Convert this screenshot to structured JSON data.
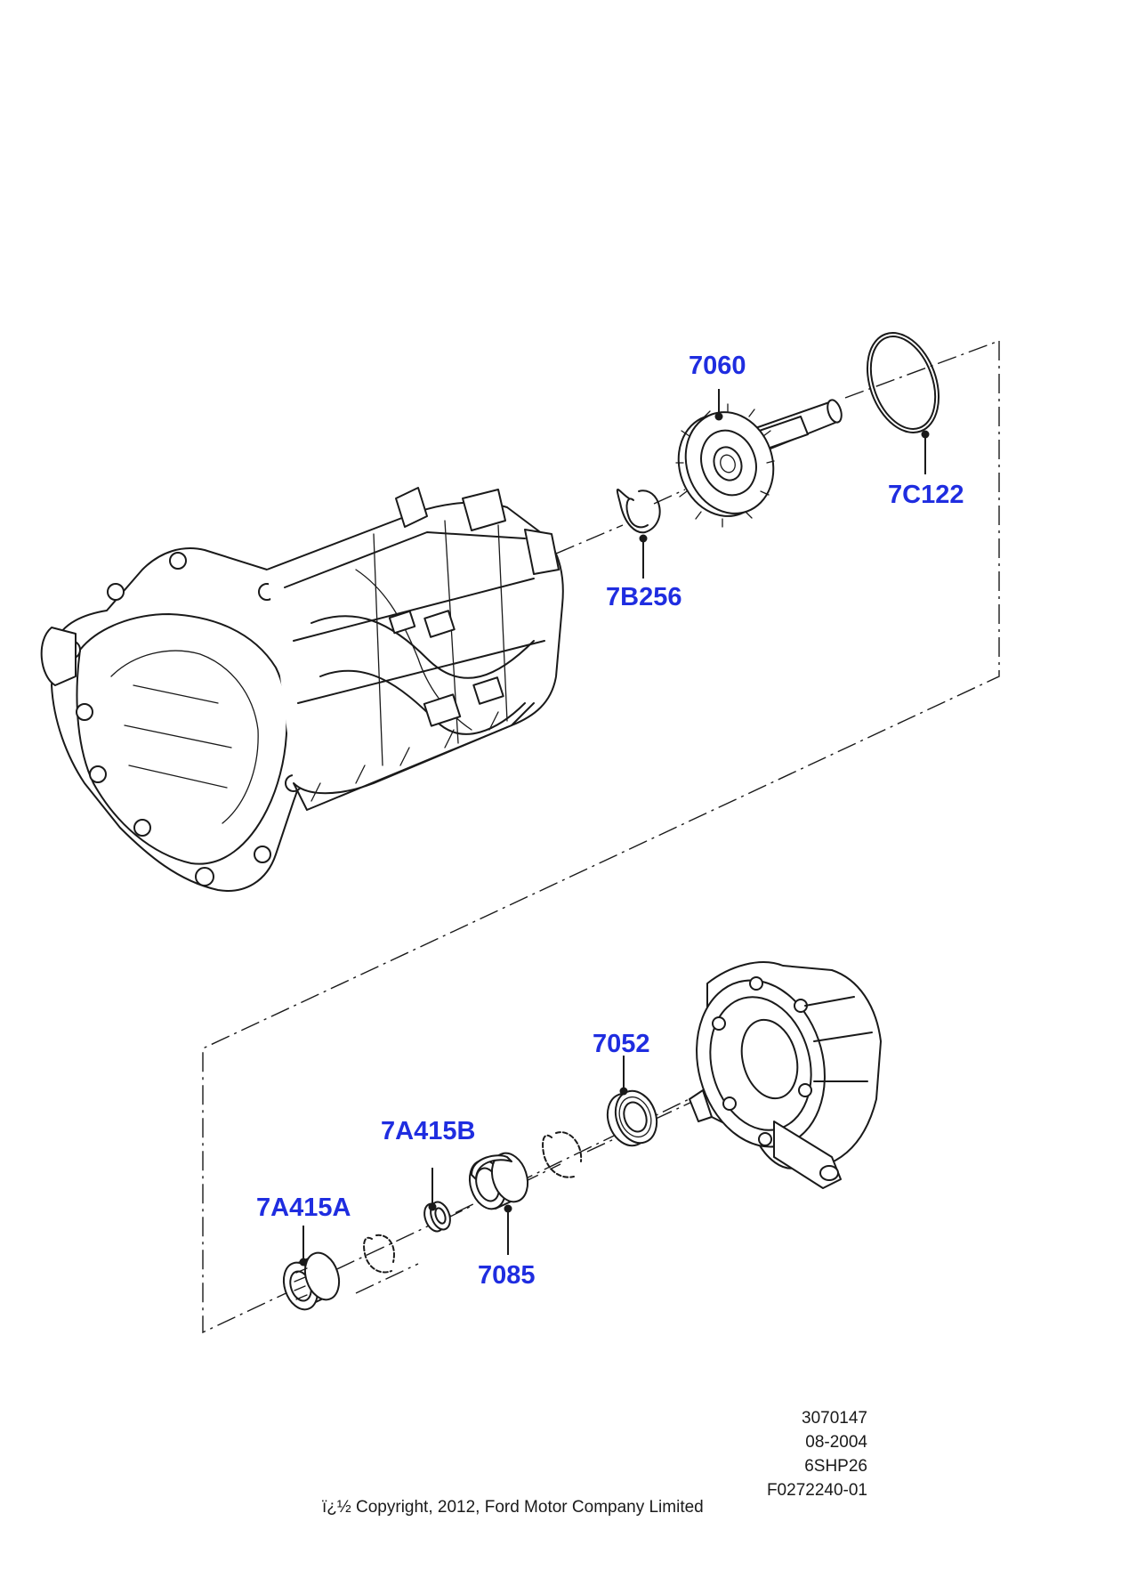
{
  "callouts": {
    "p7060": "7060",
    "p7C122": "7C122",
    "p7B256": "7B256",
    "p7052": "7052",
    "p7A415B": "7A415B",
    "p7A415A": "7A415A",
    "p7085": "7085"
  },
  "meta": {
    "line1": "3070147",
    "line2": "08-2004",
    "line3": "6SHP26",
    "line4": "F0272240-01"
  },
  "copyright": "ï¿½ Copyright, 2012, Ford Motor Company Limited",
  "colors": {
    "callout": "#1f2de0",
    "ink": "#1a1a1a"
  }
}
